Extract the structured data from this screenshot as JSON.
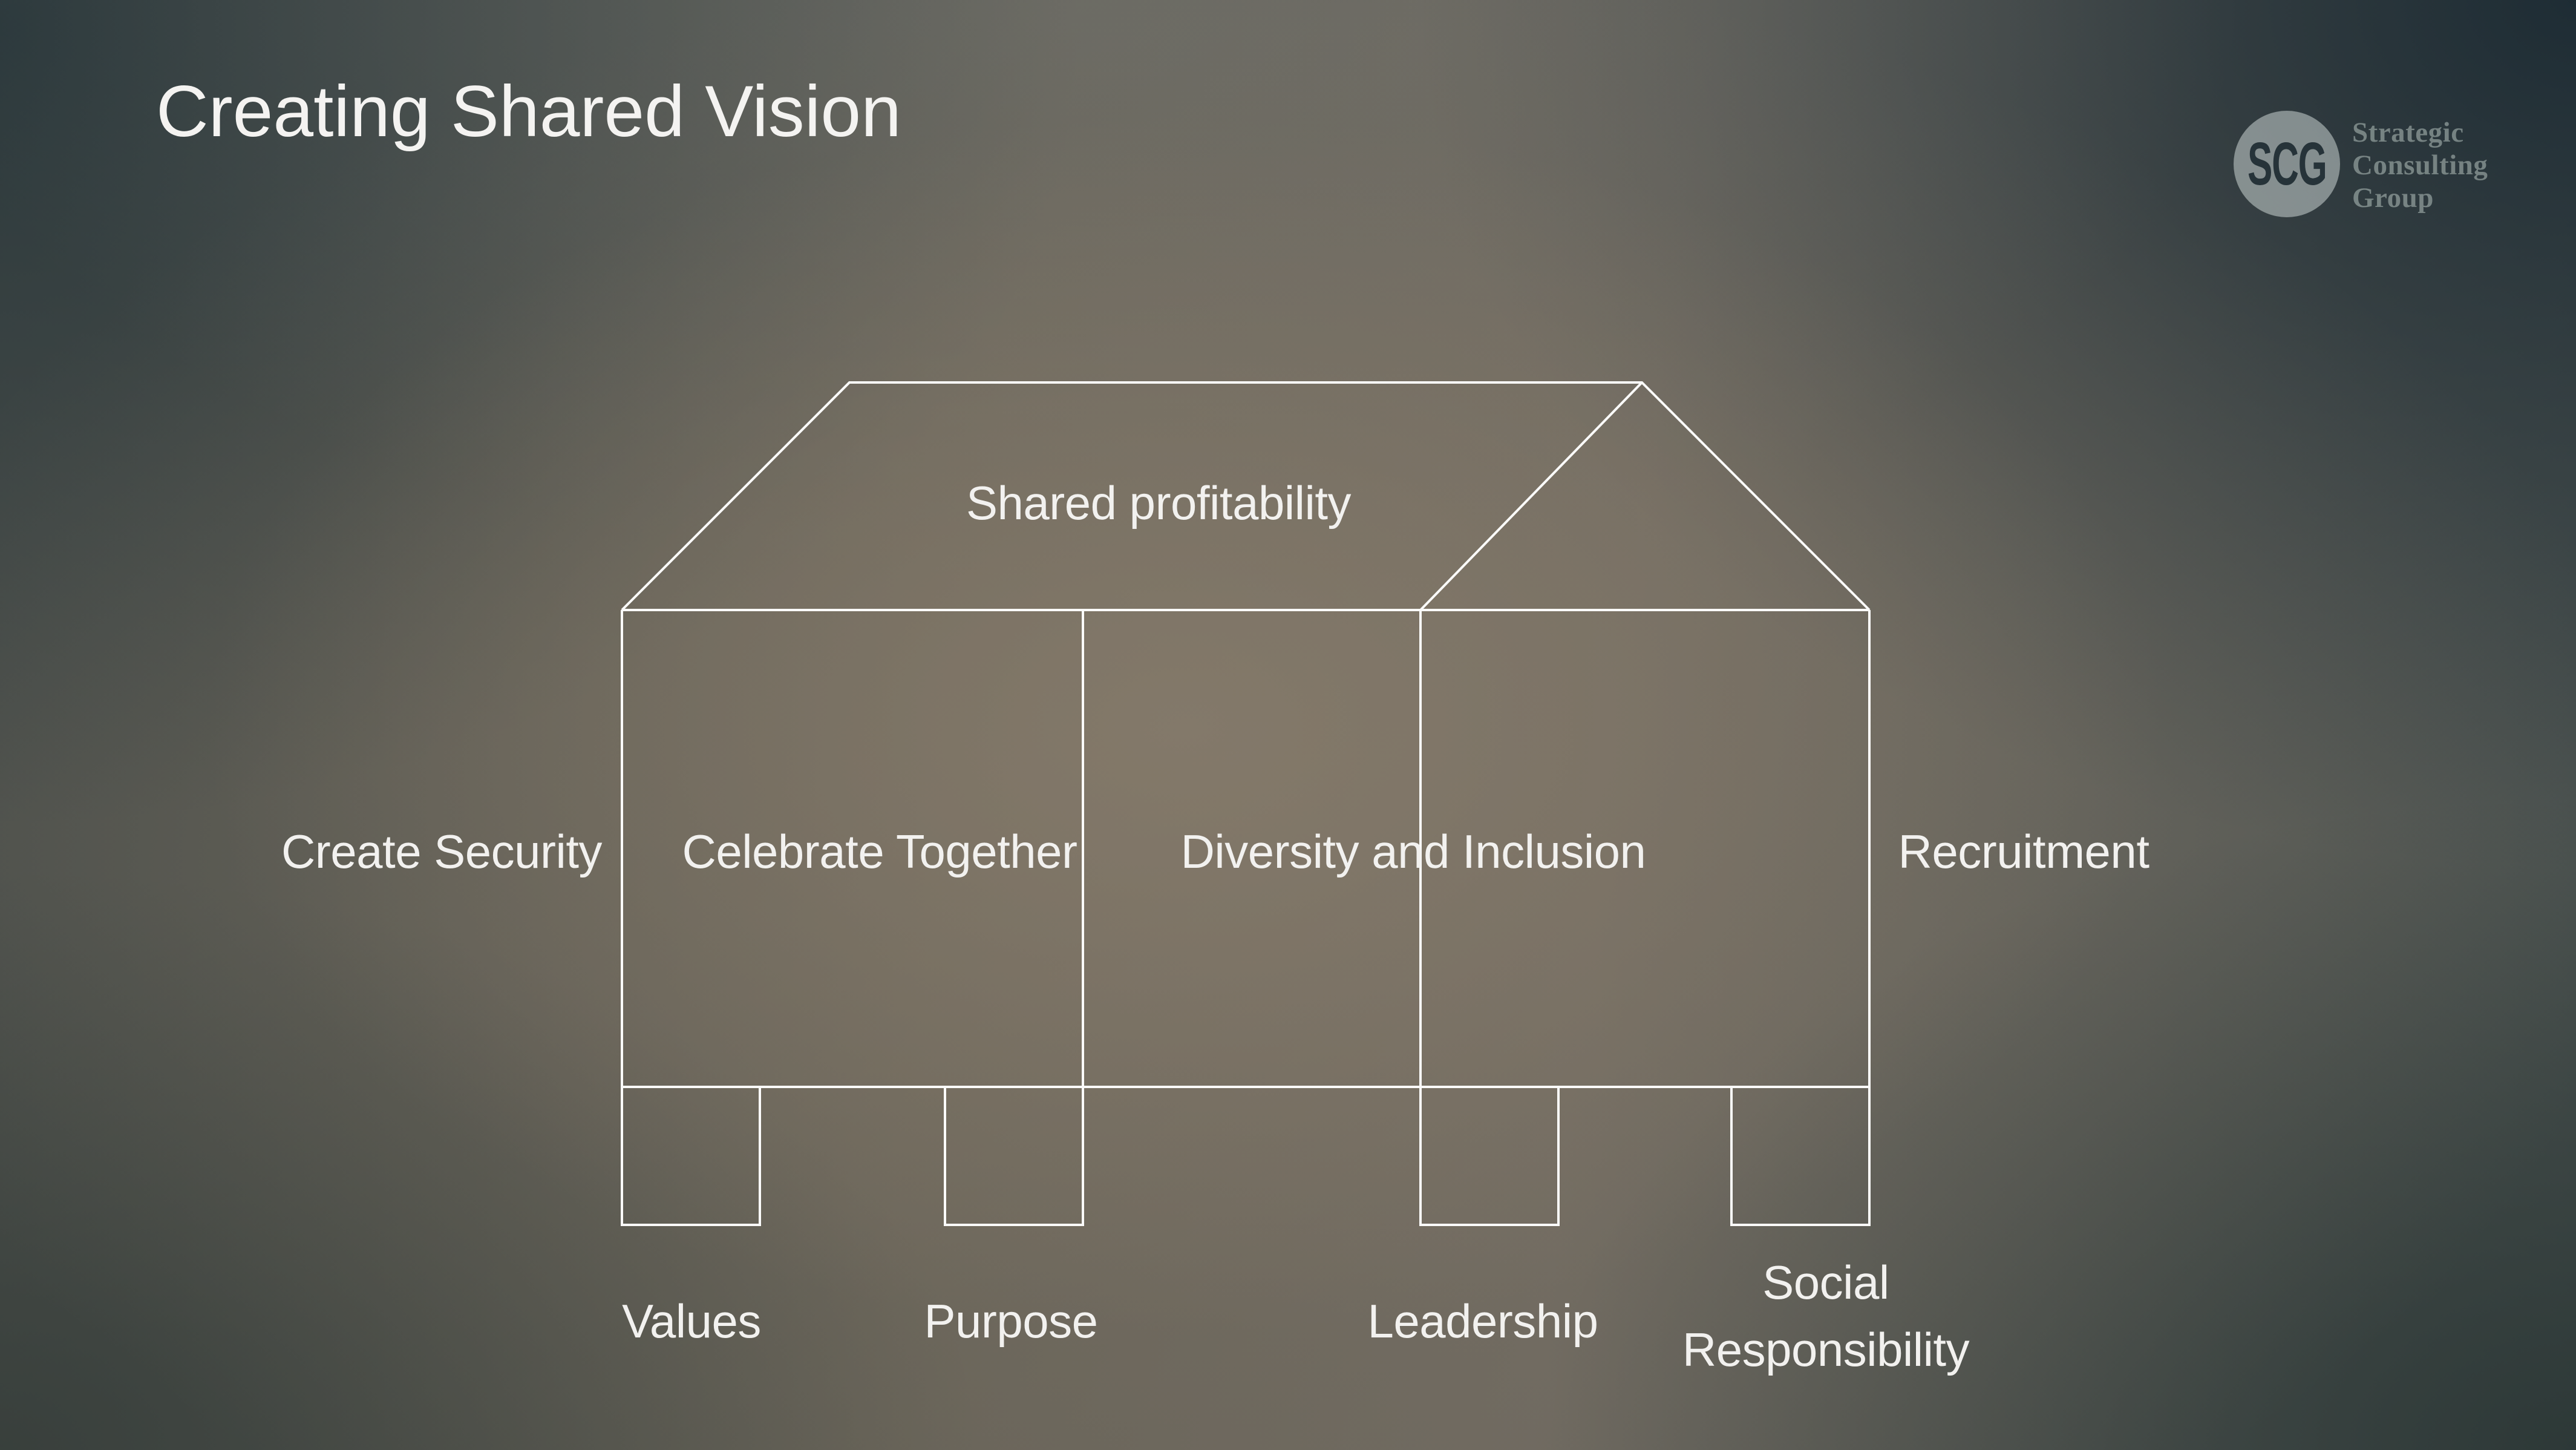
{
  "slide": {
    "title": "Creating Shared Vision",
    "text_color": "#f2f1ef",
    "line_color": "#fbfbfa",
    "background_colors": {
      "corner_top_left": "#2e3a3d",
      "corner_top_right": "#1f2e36",
      "corner_bottom_left": "#38403d",
      "corner_bottom_right": "#2d3937",
      "center_warm": "#8a7e6f"
    },
    "logo": {
      "monogram": "SCG",
      "org_lines": [
        "Strategic",
        "Consulting",
        "Group"
      ],
      "circle_color": "rgba(203,212,209,0.55)",
      "monogram_color": "#263339",
      "org_text_color": "rgba(164,178,175,0.62)"
    },
    "diagram": {
      "roof_label": "Shared profitability",
      "outside_left_label": "Create Security",
      "pillar_left_label": "Celebrate Together",
      "pillar_right_label": "Diversity and Inclusion",
      "outside_right_label": "Recruitment",
      "foundation_labels": [
        "Values",
        "Purpose",
        "Leadership",
        "Social Responsibility"
      ]
    }
  }
}
